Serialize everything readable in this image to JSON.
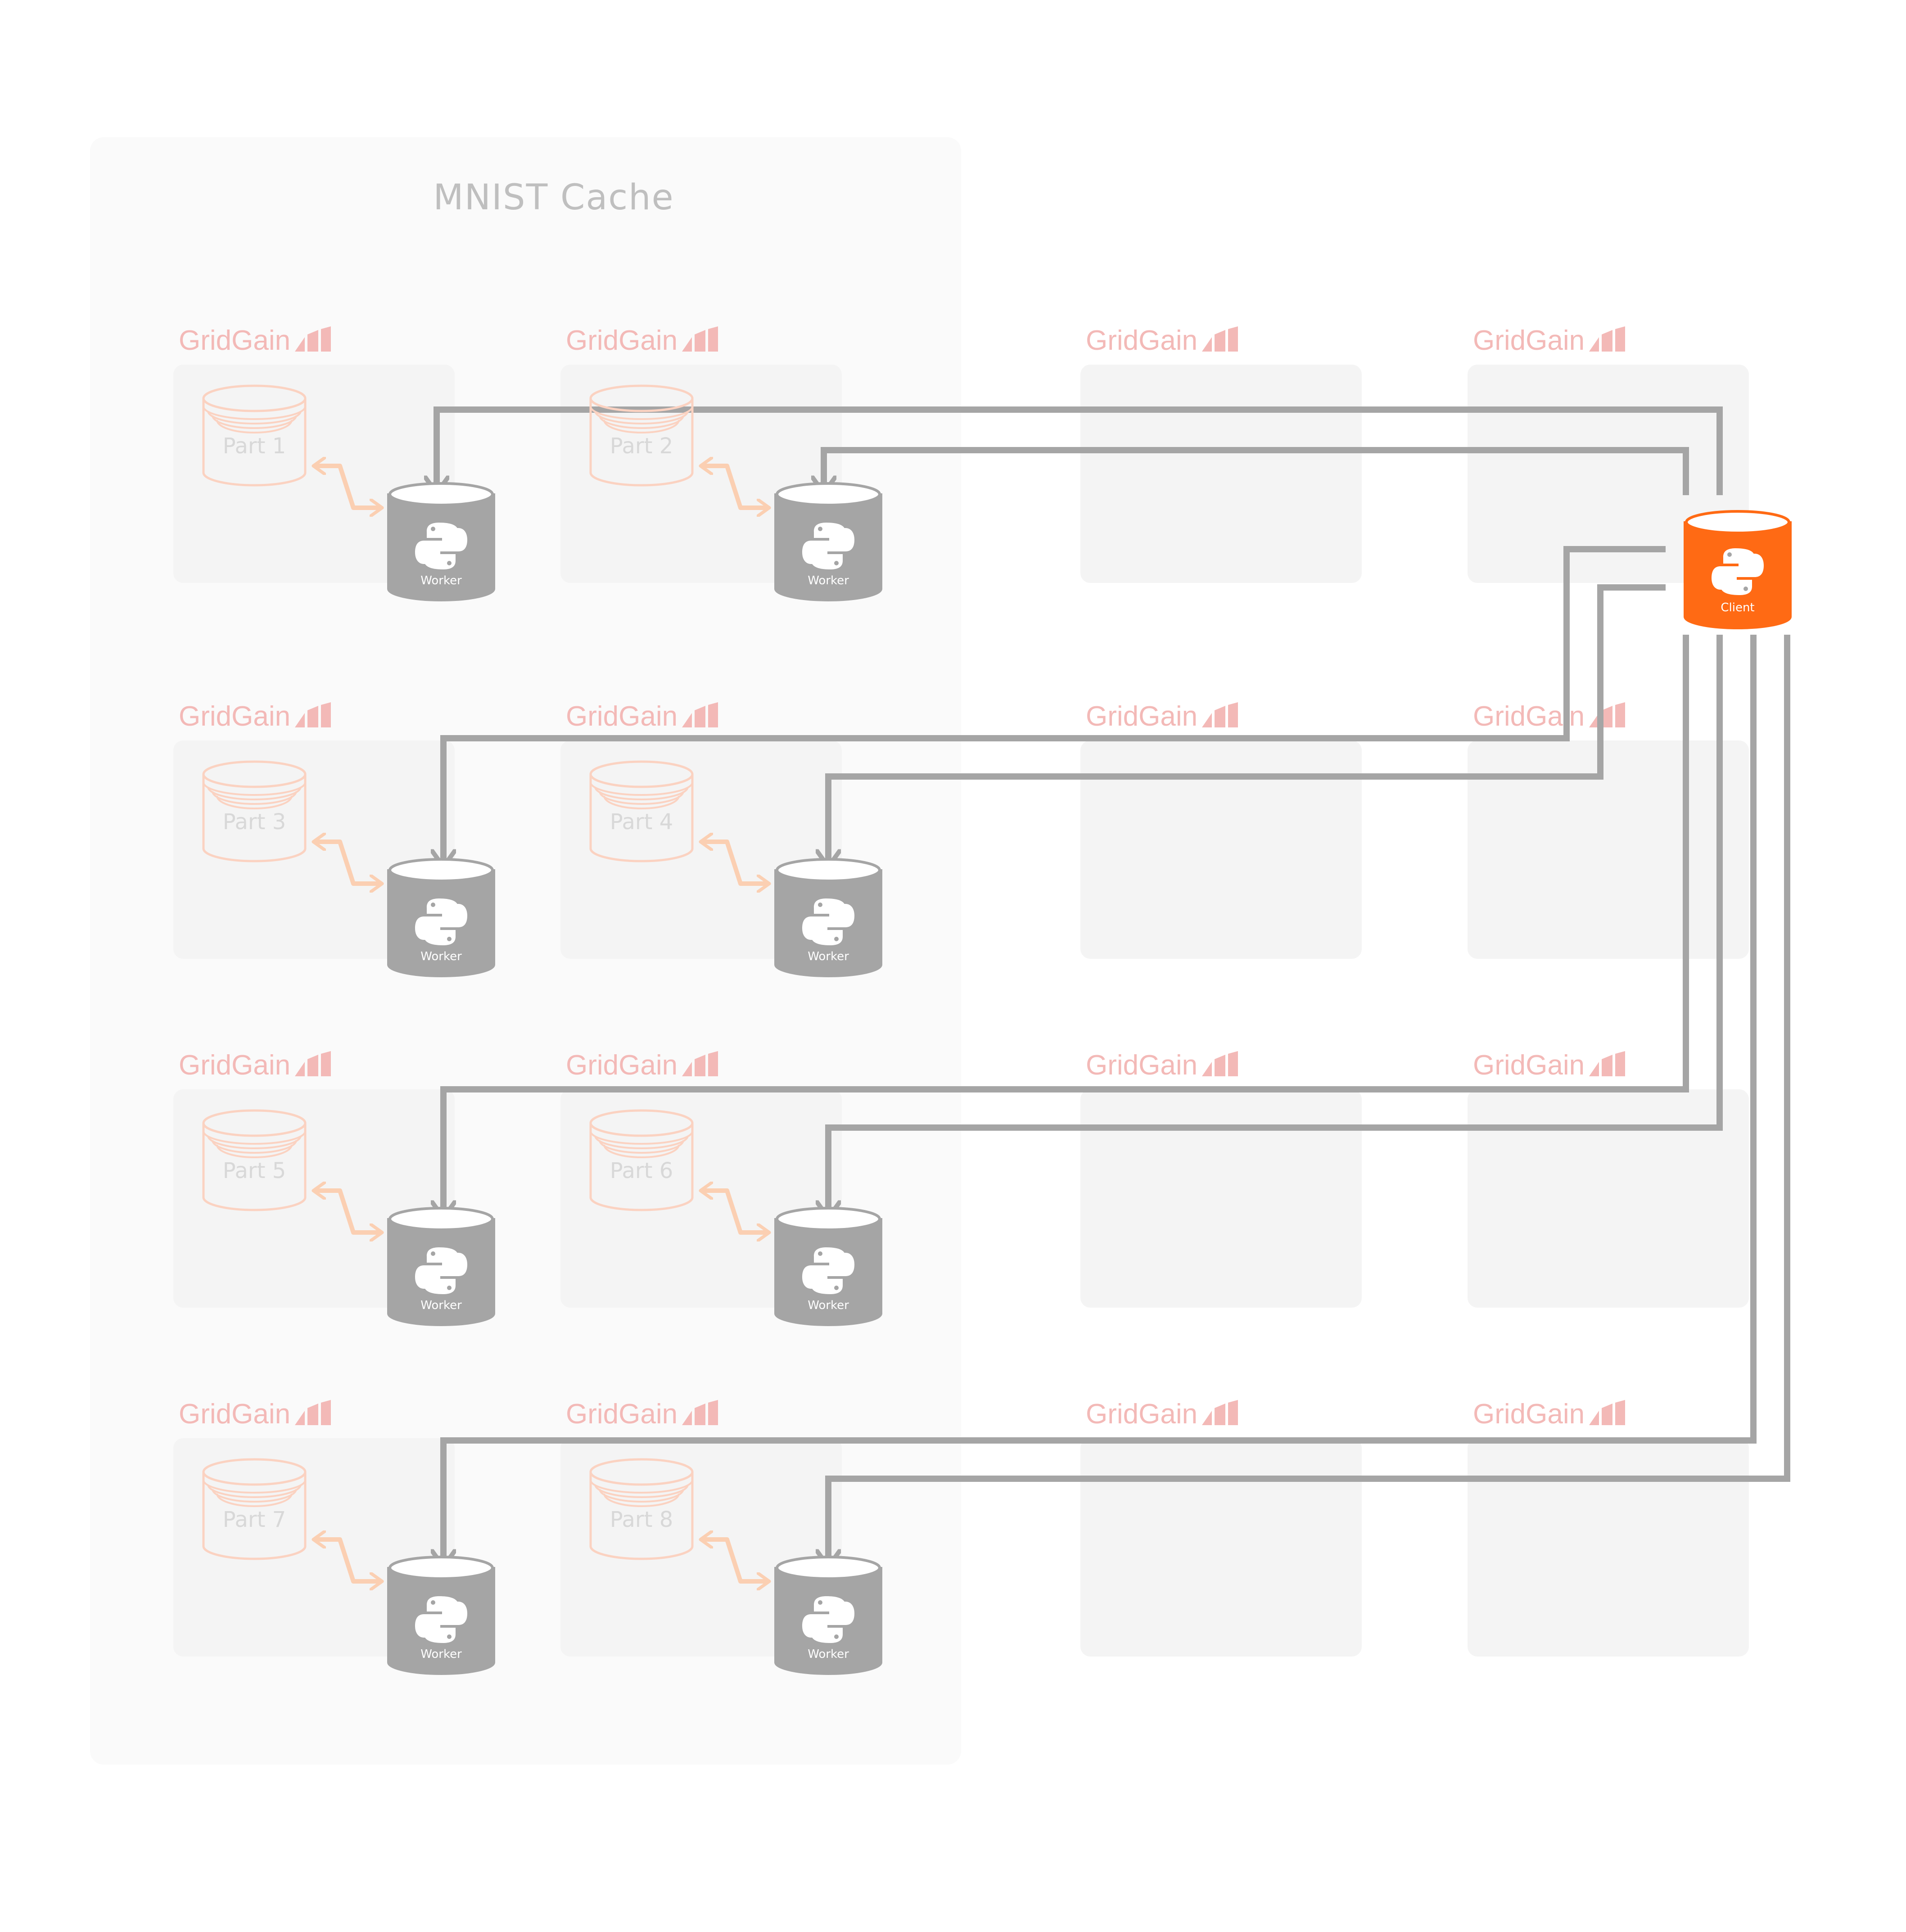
{
  "diagram": {
    "title": "MNIST Cache",
    "logo_text": "GridGain",
    "parts": [
      "Part 1",
      "Part 2",
      "Part 3",
      "Part 4",
      "Part 5",
      "Part 6",
      "Part 7",
      "Part 8"
    ],
    "worker_label": "Worker",
    "client_label": "Client",
    "icons": {
      "worker": "python-icon",
      "client": "python-icon",
      "part": "database-icon",
      "logo": "gridgain-logo"
    },
    "colors": {
      "cache_panel": "#fafafa",
      "node_panel": "#f4f4f4",
      "logo": "#f3b9b7",
      "part_outline": "#fbd2c1",
      "part_link_arrow": "#fbcfb2",
      "worker": "#a5a5a5",
      "client": "#ff6a14",
      "connector": "#a5a5a5",
      "title": "#bfbfbf"
    }
  }
}
